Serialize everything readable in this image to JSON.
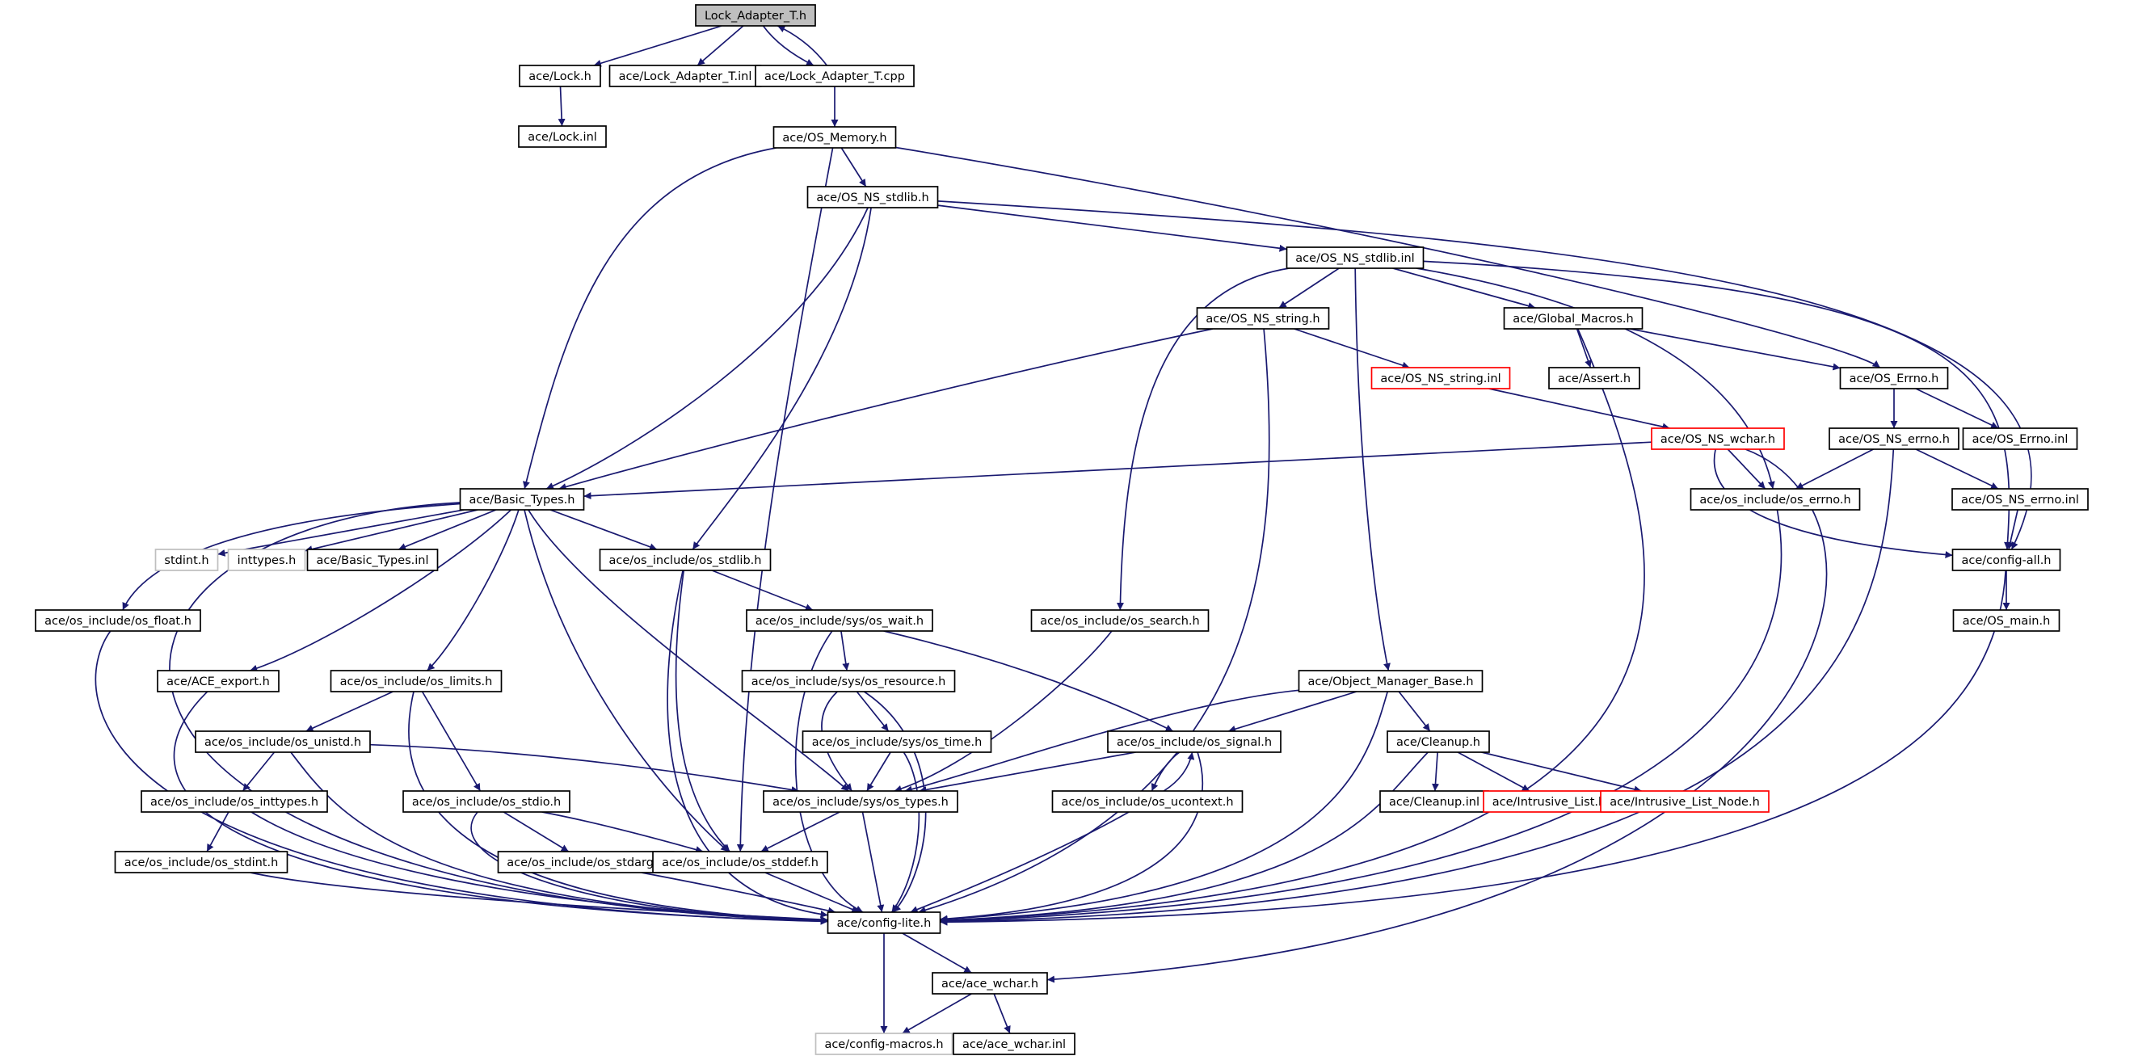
{
  "colors": {
    "edge": "#191970",
    "node_border": "#000000",
    "missing_border": "#ff0000",
    "external_border": "#bfbfbf",
    "root_fill": "#bfbfbf"
  },
  "nodes": [
    {
      "id": "lock_adapter_t_h",
      "label": "Lock_Adapter_T.h",
      "style": "root"
    },
    {
      "id": "ace_lock_h",
      "label": "ace/Lock.h",
      "style": "normal"
    },
    {
      "id": "lock_adapter_t_inl",
      "label": "ace/Lock_Adapter_T.inl",
      "style": "normal"
    },
    {
      "id": "lock_adapter_t_cpp",
      "label": "ace/Lock_Adapter_T.cpp",
      "style": "normal"
    },
    {
      "id": "ace_lock_inl",
      "label": "ace/Lock.inl",
      "style": "normal"
    },
    {
      "id": "os_memory_h",
      "label": "ace/OS_Memory.h",
      "style": "normal"
    },
    {
      "id": "os_ns_stdlib_h",
      "label": "ace/OS_NS_stdlib.h",
      "style": "normal"
    },
    {
      "id": "os_ns_stdlib_inl",
      "label": "ace/OS_NS_stdlib.inl",
      "style": "normal"
    },
    {
      "id": "os_ns_string_h",
      "label": "ace/OS_NS_string.h",
      "style": "normal"
    },
    {
      "id": "global_macros_h",
      "label": "ace/Global_Macros.h",
      "style": "normal"
    },
    {
      "id": "os_ns_string_inl",
      "label": "ace/OS_NS_string.inl",
      "style": "red"
    },
    {
      "id": "assert_h",
      "label": "ace/Assert.h",
      "style": "normal"
    },
    {
      "id": "os_errno_h",
      "label": "ace/OS_Errno.h",
      "style": "normal"
    },
    {
      "id": "os_ns_wchar_h",
      "label": "ace/OS_NS_wchar.h",
      "style": "red"
    },
    {
      "id": "os_ns_errno_h",
      "label": "ace/OS_NS_errno.h",
      "style": "normal"
    },
    {
      "id": "os_errno_inl",
      "label": "ace/OS_Errno.inl",
      "style": "normal"
    },
    {
      "id": "basic_types_h",
      "label": "ace/Basic_Types.h",
      "style": "normal"
    },
    {
      "id": "os_include_os_errno_h",
      "label": "ace/os_include/os_errno.h",
      "style": "normal"
    },
    {
      "id": "os_ns_errno_inl",
      "label": "ace/OS_NS_errno.inl",
      "style": "normal"
    },
    {
      "id": "stdint_h",
      "label": "stdint.h",
      "style": "gray"
    },
    {
      "id": "inttypes_h",
      "label": "inttypes.h",
      "style": "gray"
    },
    {
      "id": "basic_types_inl",
      "label": "ace/Basic_Types.inl",
      "style": "normal"
    },
    {
      "id": "os_stdlib_h",
      "label": "ace/os_include/os_stdlib.h",
      "style": "normal"
    },
    {
      "id": "config_all_h",
      "label": "ace/config-all.h",
      "style": "normal"
    },
    {
      "id": "os_float_h",
      "label": "ace/os_include/os_float.h",
      "style": "normal"
    },
    {
      "id": "os_wait_h",
      "label": "ace/os_include/sys/os_wait.h",
      "style": "normal"
    },
    {
      "id": "os_search_h",
      "label": "ace/os_include/os_search.h",
      "style": "normal"
    },
    {
      "id": "os_main_h",
      "label": "ace/OS_main.h",
      "style": "normal"
    },
    {
      "id": "ace_export_h",
      "label": "ace/ACE_export.h",
      "style": "normal"
    },
    {
      "id": "os_limits_h",
      "label": "ace/os_include/os_limits.h",
      "style": "normal"
    },
    {
      "id": "os_resource_h",
      "label": "ace/os_include/sys/os_resource.h",
      "style": "normal"
    },
    {
      "id": "object_manager_base_h",
      "label": "ace/Object_Manager_Base.h",
      "style": "normal"
    },
    {
      "id": "os_unistd_h",
      "label": "ace/os_include/os_unistd.h",
      "style": "normal"
    },
    {
      "id": "os_time_h",
      "label": "ace/os_include/sys/os_time.h",
      "style": "normal"
    },
    {
      "id": "os_signal_h",
      "label": "ace/os_include/os_signal.h",
      "style": "normal"
    },
    {
      "id": "cleanup_h",
      "label": "ace/Cleanup.h",
      "style": "normal"
    },
    {
      "id": "os_inttypes_h",
      "label": "ace/os_include/os_inttypes.h",
      "style": "normal"
    },
    {
      "id": "os_stdio_h",
      "label": "ace/os_include/os_stdio.h",
      "style": "normal"
    },
    {
      "id": "os_types_h",
      "label": "ace/os_include/sys/os_types.h",
      "style": "normal"
    },
    {
      "id": "os_ucontext_h",
      "label": "ace/os_include/os_ucontext.h",
      "style": "normal"
    },
    {
      "id": "cleanup_inl",
      "label": "ace/Cleanup.inl",
      "style": "normal"
    },
    {
      "id": "intrusive_list_h",
      "label": "ace/Intrusive_List.h",
      "style": "red"
    },
    {
      "id": "intrusive_list_node_h",
      "label": "ace/Intrusive_List_Node.h",
      "style": "red"
    },
    {
      "id": "os_stdint_h",
      "label": "ace/os_include/os_stdint.h",
      "style": "normal"
    },
    {
      "id": "os_stdarg_h",
      "label": "ace/os_include/os_stdarg.h",
      "style": "normal"
    },
    {
      "id": "os_stddef_h",
      "label": "ace/os_include/os_stddef.h",
      "style": "normal"
    },
    {
      "id": "config_lite_h",
      "label": "ace/config-lite.h",
      "style": "normal"
    },
    {
      "id": "ace_wchar_h",
      "label": "ace/ace_wchar.h",
      "style": "normal"
    },
    {
      "id": "config_macros_h",
      "label": "ace/config-macros.h",
      "style": "gray"
    },
    {
      "id": "ace_wchar_inl",
      "label": "ace/ace_wchar.inl",
      "style": "normal"
    }
  ],
  "edges": [
    [
      "lock_adapter_t_h",
      "ace_lock_h"
    ],
    [
      "lock_adapter_t_h",
      "lock_adapter_t_inl"
    ],
    [
      "lock_adapter_t_h",
      "lock_adapter_t_cpp"
    ],
    [
      "lock_adapter_t_cpp",
      "lock_adapter_t_h"
    ],
    [
      "ace_lock_h",
      "ace_lock_inl"
    ],
    [
      "lock_adapter_t_cpp",
      "os_memory_h"
    ],
    [
      "os_memory_h",
      "os_ns_stdlib_h"
    ],
    [
      "os_memory_h",
      "basic_types_h"
    ],
    [
      "os_memory_h",
      "os_errno_h"
    ],
    [
      "os_memory_h",
      "os_stddef_h"
    ],
    [
      "os_ns_stdlib_h",
      "os_ns_stdlib_inl"
    ],
    [
      "os_ns_stdlib_h",
      "basic_types_h"
    ],
    [
      "os_ns_stdlib_h",
      "os_stdlib_h"
    ],
    [
      "os_ns_stdlib_h",
      "config_all_h"
    ],
    [
      "os_ns_stdlib_inl",
      "os_ns_string_h"
    ],
    [
      "os_ns_stdlib_inl",
      "global_macros_h"
    ],
    [
      "os_ns_stdlib_inl",
      "os_include_os_errno_h"
    ],
    [
      "os_ns_stdlib_inl",
      "config_all_h"
    ],
    [
      "os_ns_stdlib_inl",
      "os_search_h"
    ],
    [
      "os_ns_stdlib_inl",
      "object_manager_base_h"
    ],
    [
      "os_ns_string_h",
      "os_ns_string_inl"
    ],
    [
      "os_ns_string_h",
      "basic_types_h"
    ],
    [
      "os_ns_string_h",
      "config_lite_h"
    ],
    [
      "global_macros_h",
      "assert_h"
    ],
    [
      "global_macros_h",
      "os_errno_h"
    ],
    [
      "global_macros_h",
      "config_lite_h"
    ],
    [
      "os_ns_string_inl",
      "os_ns_wchar_h"
    ],
    [
      "os_errno_h",
      "os_ns_errno_h"
    ],
    [
      "os_errno_h",
      "os_errno_inl"
    ],
    [
      "os_ns_wchar_h",
      "basic_types_h"
    ],
    [
      "os_ns_wchar_h",
      "os_include_os_errno_h"
    ],
    [
      "os_ns_wchar_h",
      "config_all_h"
    ],
    [
      "os_ns_wchar_h",
      "ace_wchar_h"
    ],
    [
      "os_ns_errno_h",
      "os_include_os_errno_h"
    ],
    [
      "os_ns_errno_h",
      "os_ns_errno_inl"
    ],
    [
      "os_ns_errno_h",
      "config_lite_h"
    ],
    [
      "os_ns_errno_inl",
      "config_all_h"
    ],
    [
      "os_include_os_errno_h",
      "config_lite_h"
    ],
    [
      "config_all_h",
      "os_main_h"
    ],
    [
      "config_all_h",
      "config_lite_h"
    ],
    [
      "basic_types_h",
      "stdint_h"
    ],
    [
      "basic_types_h",
      "inttypes_h"
    ],
    [
      "basic_types_h",
      "basic_types_inl"
    ],
    [
      "basic_types_h",
      "os_stdlib_h"
    ],
    [
      "basic_types_h",
      "os_float_h"
    ],
    [
      "basic_types_h",
      "ace_export_h"
    ],
    [
      "basic_types_h",
      "os_limits_h"
    ],
    [
      "basic_types_h",
      "os_types_h"
    ],
    [
      "basic_types_h",
      "os_stddef_h"
    ],
    [
      "basic_types_h",
      "config_lite_h"
    ],
    [
      "os_stdlib_h",
      "os_wait_h"
    ],
    [
      "os_stdlib_h",
      "os_stddef_h"
    ],
    [
      "os_stdlib_h",
      "config_lite_h"
    ],
    [
      "os_float_h",
      "config_lite_h"
    ],
    [
      "ace_export_h",
      "config_lite_h"
    ],
    [
      "os_wait_h",
      "os_resource_h"
    ],
    [
      "os_wait_h",
      "os_signal_h"
    ],
    [
      "os_wait_h",
      "config_lite_h"
    ],
    [
      "os_search_h",
      "os_types_h"
    ],
    [
      "os_limits_h",
      "os_unistd_h"
    ],
    [
      "os_limits_h",
      "os_stdio_h"
    ],
    [
      "os_limits_h",
      "config_lite_h"
    ],
    [
      "os_resource_h",
      "os_time_h"
    ],
    [
      "os_resource_h",
      "os_types_h"
    ],
    [
      "os_resource_h",
      "config_lite_h"
    ],
    [
      "object_manager_base_h",
      "os_signal_h"
    ],
    [
      "object_manager_base_h",
      "cleanup_h"
    ],
    [
      "object_manager_base_h",
      "os_types_h"
    ],
    [
      "object_manager_base_h",
      "config_lite_h"
    ],
    [
      "os_unistd_h",
      "os_inttypes_h"
    ],
    [
      "os_unistd_h",
      "os_types_h"
    ],
    [
      "os_unistd_h",
      "config_lite_h"
    ],
    [
      "os_time_h",
      "os_types_h"
    ],
    [
      "os_time_h",
      "config_lite_h"
    ],
    [
      "os_signal_h",
      "os_types_h"
    ],
    [
      "os_signal_h",
      "os_ucontext_h"
    ],
    [
      "os_signal_h",
      "config_lite_h"
    ],
    [
      "cleanup_h",
      "cleanup_inl"
    ],
    [
      "cleanup_h",
      "intrusive_list_h"
    ],
    [
      "cleanup_h",
      "intrusive_list_node_h"
    ],
    [
      "cleanup_h",
      "config_lite_h"
    ],
    [
      "os_inttypes_h",
      "os_stdint_h"
    ],
    [
      "os_inttypes_h",
      "config_lite_h"
    ],
    [
      "os_stdio_h",
      "os_stdarg_h"
    ],
    [
      "os_stdio_h",
      "os_stddef_h"
    ],
    [
      "os_stdio_h",
      "config_lite_h"
    ],
    [
      "os_types_h",
      "os_stddef_h"
    ],
    [
      "os_types_h",
      "config_lite_h"
    ],
    [
      "os_ucontext_h",
      "os_signal_h"
    ],
    [
      "os_ucontext_h",
      "config_lite_h"
    ],
    [
      "os_stdint_h",
      "config_lite_h"
    ],
    [
      "os_stdarg_h",
      "config_lite_h"
    ],
    [
      "os_stddef_h",
      "config_lite_h"
    ],
    [
      "config_lite_h",
      "ace_wchar_h"
    ],
    [
      "config_lite_h",
      "config_macros_h"
    ],
    [
      "ace_wchar_h",
      "config_macros_h"
    ],
    [
      "ace_wchar_h",
      "ace_wchar_inl"
    ]
  ]
}
